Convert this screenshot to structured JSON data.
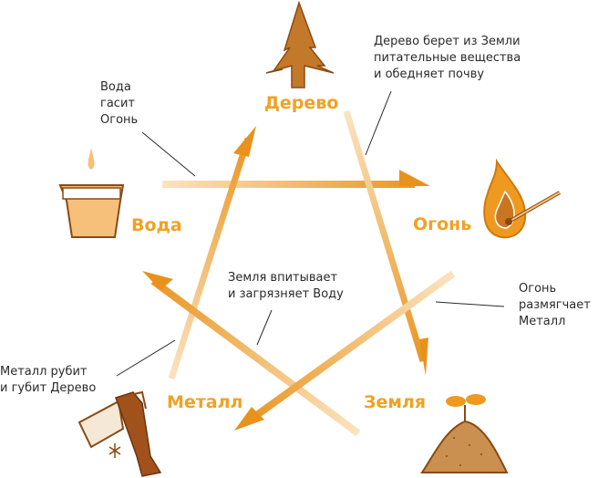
{
  "elements": {
    "wood": "Дерево",
    "water": "Вода",
    "fire": "Огонь",
    "metal": "Металл",
    "earth": "Земля"
  },
  "notes": {
    "water_fire": "Вода\nгасит\nОгонь",
    "wood_earth": "Дерево берет из Земли\nпитательные вещества\nи обедняет почву",
    "earth_water": "Земля впитывает\nи загрязняет Воду",
    "fire_metal": "Огонь\nразмягчает\nМеталл",
    "metal_wood": "Металл рубит\nи губит Дерево"
  },
  "colors": {
    "accent": "#f0a125",
    "arrow_start": "#fbe3c0",
    "arrow_end": "#e8921c",
    "brown": "#8a4a12",
    "soil": "#c99050"
  }
}
